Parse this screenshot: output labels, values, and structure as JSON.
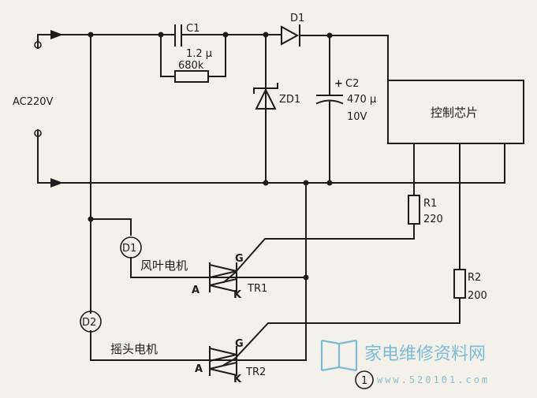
{
  "labels": {
    "input": "AC220V",
    "c1_ref": "C1",
    "c1_val": "1.2 μ",
    "r_680": "680k",
    "d1": "D1",
    "zd1": "ZD1",
    "c2_ref": "C2",
    "c2_val1": "470 μ",
    "c2_val2": "10V",
    "c2_plus": "+",
    "chip": "控制芯片",
    "r1_ref": "R1",
    "r1_val": "220",
    "r2_ref": "R2",
    "r2_val": "200",
    "m1": "D1",
    "m2": "D2",
    "fan_motor": "风叶电机",
    "swing_motor": "摇头电机",
    "tr1": "TR1",
    "tr2": "TR2",
    "g1": "G",
    "g2": "G",
    "a1": "A",
    "a2": "A",
    "k1": "K",
    "k2": "K",
    "marker": "1"
  },
  "watermark": {
    "title": "家电维修资料网",
    "url": "www.520101.com",
    "color": "#6fb6d6"
  }
}
